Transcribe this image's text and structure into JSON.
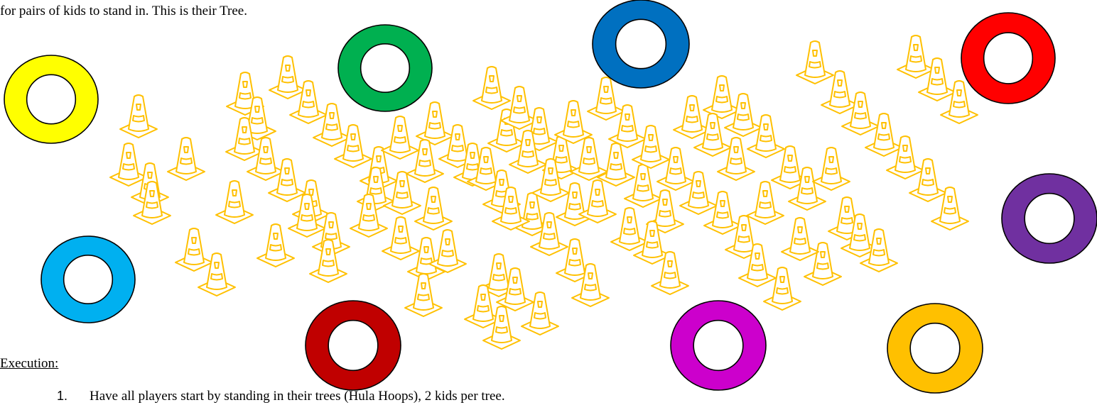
{
  "document": {
    "intro_text": "for pairs of kids to stand in.  This is their Tree.",
    "execution_heading": "Execution:",
    "step_number": "1.",
    "step_text": "Have all players start by standing in their trees (Hula Hoops), 2 kids per tree."
  },
  "diagram": {
    "cone_icon": "traffic-cone-icon",
    "cone_color": "#FFC000",
    "hoop_icon": "hula-hoop-icon",
    "hoop_colors": [
      "#FFFF00",
      "#00B050",
      "#0070C0",
      "#FF0000",
      "#7030A0",
      "#00B0F0",
      "#C00000",
      "#CC00CC",
      "#FFC000"
    ]
  }
}
